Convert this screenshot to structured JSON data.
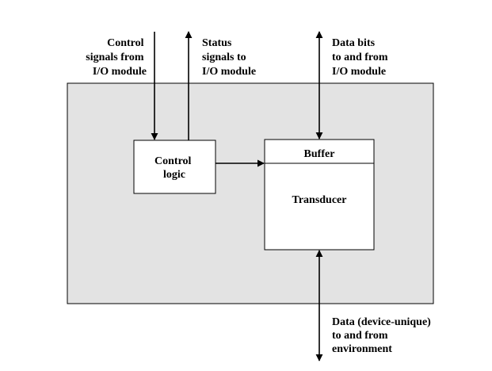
{
  "labels": {
    "control_in": [
      "Control",
      "signals from",
      "I/O module"
    ],
    "status_out": [
      "Status",
      "signals to",
      "I/O module"
    ],
    "data_bits": [
      "Data bits",
      "to and from",
      "I/O module"
    ],
    "env_data": [
      "Data (device-unique)",
      "to and from",
      "environment"
    ]
  },
  "blocks": {
    "control_logic": [
      "Control",
      "logic"
    ],
    "buffer": "Buffer",
    "transducer": "Transducer"
  },
  "colors": {
    "device_fill": "#e3e3e3",
    "stroke": "#000000",
    "block_fill": "#ffffff"
  }
}
